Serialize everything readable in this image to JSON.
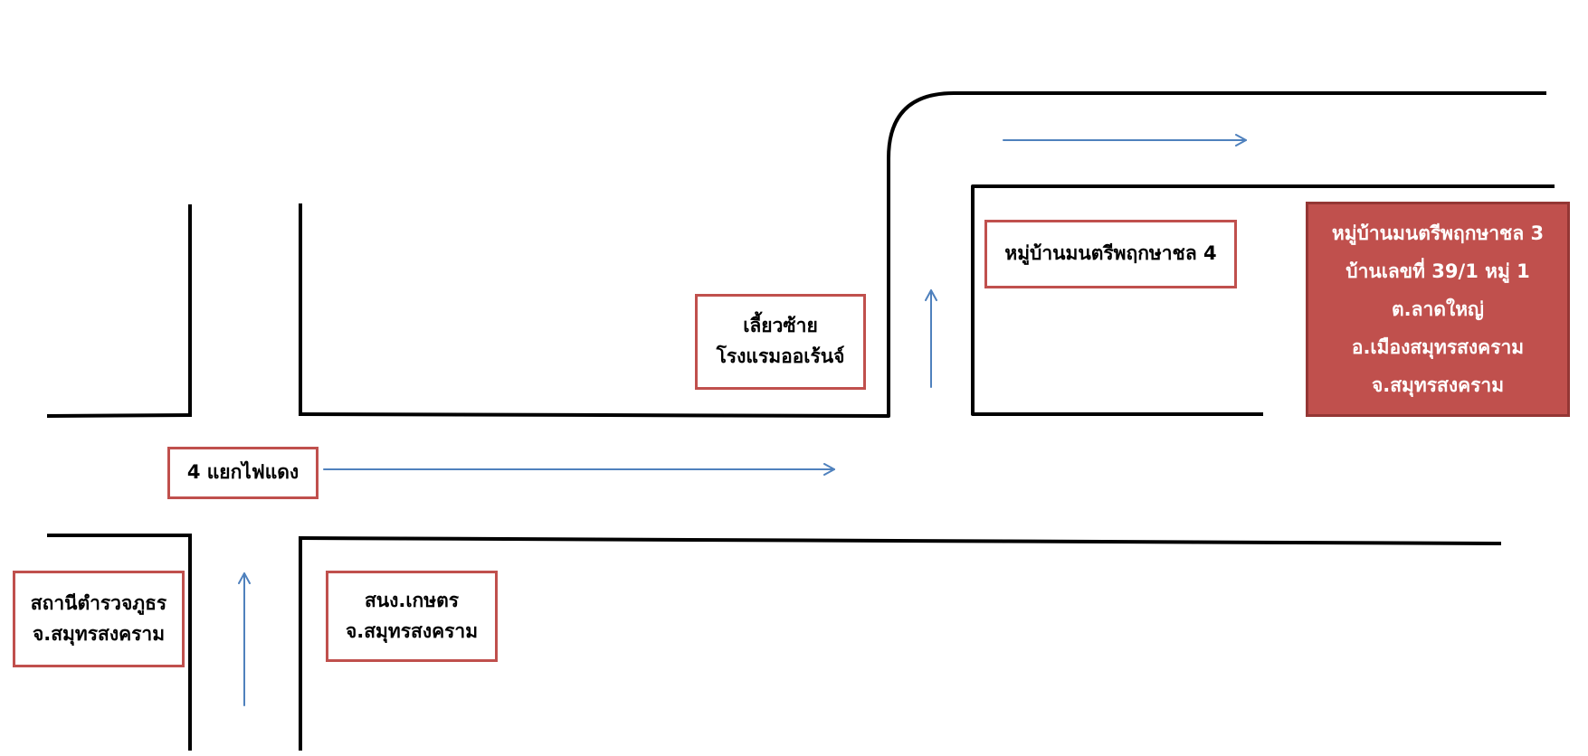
{
  "colors": {
    "road": "#000000",
    "arrow": "#4f81bd",
    "label_border": "#c0504d",
    "destination_fill": "#c0504d",
    "destination_text": "#ffffff"
  },
  "labels": {
    "intersection": {
      "lines": [
        "4 แยกไฟแดง"
      ]
    },
    "turn_left": {
      "lines": [
        "เลี้ยวซ้าย",
        "โรงแรมออเร้นจ์"
      ]
    },
    "village_4": {
      "lines": [
        "หมู่บ้านมนตรีพฤกษาชล 4"
      ]
    },
    "police_station": {
      "lines": [
        "สถานีตำรวจภูธร",
        "จ.สมุทรสงคราม"
      ]
    },
    "agriculture_office": {
      "lines": [
        "สนง.เกษตร",
        "จ.สมุทรสงคราม"
      ]
    },
    "destination": {
      "lines": [
        "หมู่บ้านมนตรีพฤกษาชล 3",
        "บ้านเลขที่ 39/1 หมู่ 1",
        "ต.ลาดใหญ่",
        "อ.เมืองสมุทรสงคราม",
        "จ.สมุทรสงคราม"
      ]
    }
  }
}
